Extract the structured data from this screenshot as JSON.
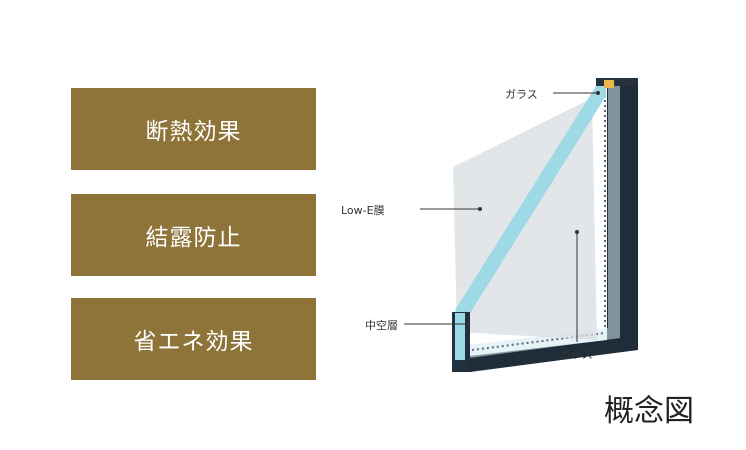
{
  "benefits": [
    {
      "label": "断熱効果"
    },
    {
      "label": "結露防止"
    },
    {
      "label": "省エネ効果"
    }
  ],
  "diagram": {
    "labels": {
      "glass_top": "ガラス",
      "low_e": "Low-E膜",
      "hollow_layer": "中空層",
      "glass_bottom": "ガラス"
    }
  },
  "caption": "概念図",
  "colors": {
    "benefit_bg": "#8f7439",
    "benefit_text": "#ffffff",
    "frame_dark": "#1f2c3a",
    "glass_edge": "#8fd6e4"
  }
}
